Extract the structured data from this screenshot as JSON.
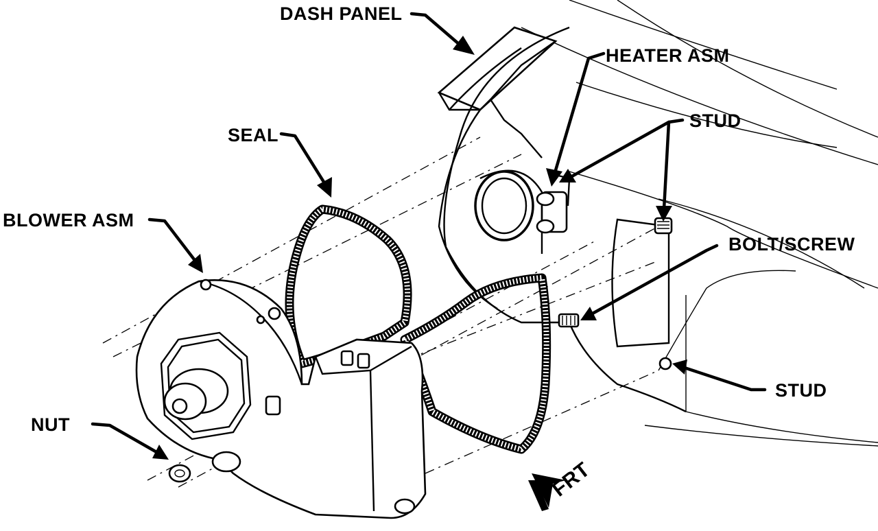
{
  "title": "",
  "labels": {
    "dash_panel": "DASH PANEL",
    "heater_asm": "HEATER ASM",
    "stud_top": "STUD",
    "seal": "SEAL",
    "blower_asm": "BLOWER ASM",
    "bolt_screw": "BOLT/SCREW",
    "stud_bottom": "STUD",
    "nut": "NUT",
    "front": "FRT"
  }
}
